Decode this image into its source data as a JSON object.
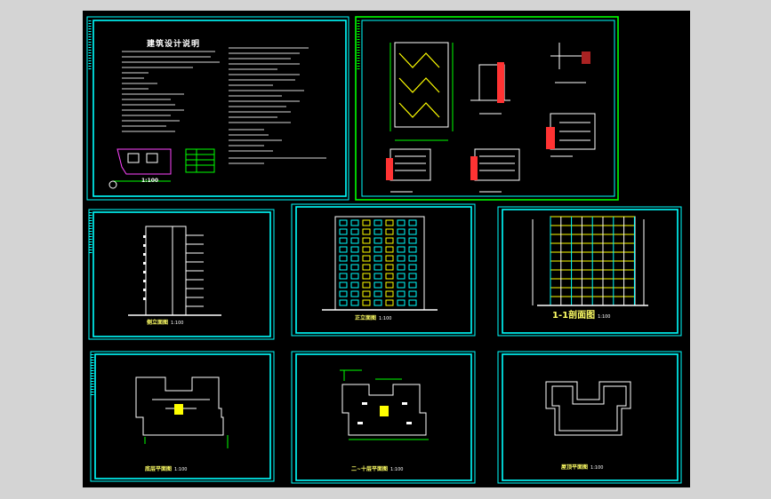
{
  "app": {
    "name": "CAD drawing preview"
  },
  "sheets": {
    "design_notes": {
      "title": "建筑设计说明",
      "scale": "1:100"
    },
    "stair_details": {},
    "side_elevation": {
      "caption": "侧立面图",
      "scale": "1:100"
    },
    "front_elevation": {
      "caption": "正立面图",
      "scale": "1:100"
    },
    "section": {
      "caption": "1-1剖面图",
      "scale": "1:100"
    },
    "ground_plan": {
      "caption": "底层平面图",
      "scale": "1:100"
    },
    "second_plan": {
      "caption": "二~十层平面图",
      "scale": "1:100"
    },
    "roof_plan": {
      "caption": "屋顶平面图",
      "scale": "1:100"
    }
  },
  "colors": {
    "frame_cyan": "#00ffff",
    "frame_green": "#00ff00",
    "background": "#000000",
    "caption_yellow": "#ffff66"
  }
}
